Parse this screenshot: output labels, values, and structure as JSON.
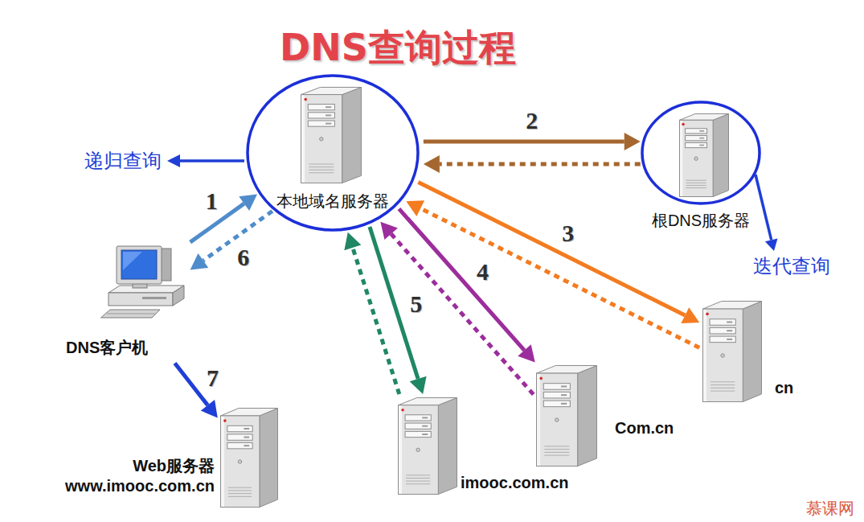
{
  "diagram": {
    "title": "DNS查询过程",
    "nodes": [
      {
        "text": [
          "本地域名服务器"
        ]
      },
      {
        "text": [
          "根DNS服务器"
        ]
      },
      {
        "text": [
          "DNS客户机"
        ]
      },
      {
        "text": [
          "cn"
        ]
      },
      {
        "text": [
          "Com.cn"
        ]
      },
      {
        "text": [
          "imooc.com.cn"
        ]
      },
      {
        "text": [
          "Web服务器 www.imooc.com.cn"
        ]
      }
    ],
    "edges": [
      {
        "from": 2,
        "to": 0,
        "arrow": "to",
        "label": "1"
      },
      {
        "from": 0,
        "to": 2,
        "arrow": "to",
        "label": "6"
      },
      {
        "from": 0,
        "to": 1,
        "arrow": "to",
        "label": "2"
      },
      {
        "from": 1,
        "to": 0,
        "arrow": "to"
      },
      {
        "from": 0,
        "to": 3,
        "arrow": "to",
        "label": "3"
      },
      {
        "from": 3,
        "to": 0,
        "arrow": "to"
      },
      {
        "from": 0,
        "to": 4,
        "arrow": "to",
        "label": "4"
      },
      {
        "from": 4,
        "to": 0,
        "arrow": "to"
      },
      {
        "from": 0,
        "to": 5,
        "arrow": "to",
        "label": "5"
      },
      {
        "from": 5,
        "to": 0,
        "arrow": "to"
      },
      {
        "from": 2,
        "to": 6,
        "arrow": "to",
        "label": "7"
      }
    ],
    "labels": [
      "递归查询",
      "迭代查询",
      "慕课网"
    ]
  }
}
